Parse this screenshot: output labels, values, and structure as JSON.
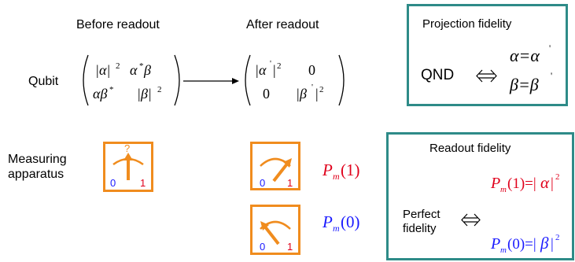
{
  "headers": {
    "before": "Before readout",
    "after": "After readout"
  },
  "qubit_label": "Qubit",
  "apparatus_label_line1": "Measuring",
  "apparatus_label_line2": "apparatus",
  "meter": {
    "question_mark": "?",
    "zero": "0",
    "one": "1"
  },
  "projection_box": {
    "title": "Projection fidelity",
    "qnd": "QND"
  },
  "readout_box": {
    "title": "Readout fidelity",
    "perfect_line1": "Perfect",
    "perfect_line2": "fidelity"
  },
  "colors": {
    "accent_orange": "#f08c1e",
    "box_teal": "#2e8b88",
    "red": "#e0001b",
    "blue": "#1a1aff"
  }
}
